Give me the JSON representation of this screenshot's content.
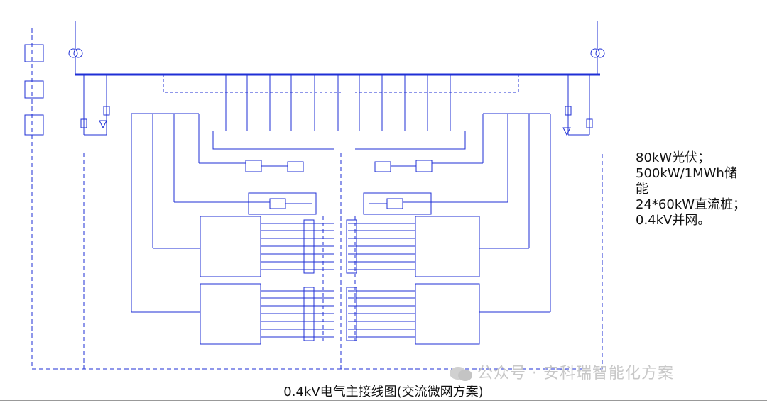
{
  "side_note": {
    "lines": [
      "80kW光伏；",
      "500kW/1MWh储",
      "能",
      "24*60kW直流桩；",
      "0.4kV并网。"
    ]
  },
  "caption": "0.4kV电气主接线图(交流微网方案)",
  "watermark": "公众号 · 安科瑞智能化方案",
  "colors": {
    "line": "#1f2fd6",
    "text": "#111111",
    "watermark": "#c8c8c8"
  }
}
